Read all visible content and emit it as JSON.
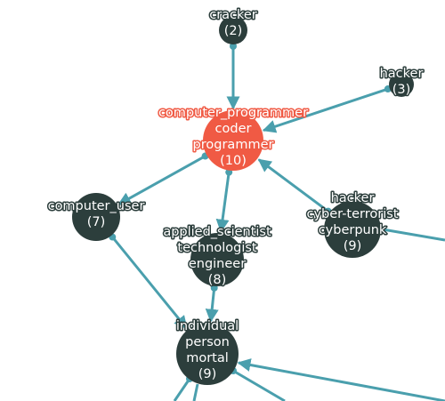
{
  "nodes": [
    {
      "id": "cracker",
      "lines": [
        "cracker",
        "(2)"
      ]
    },
    {
      "id": "hacker",
      "lines": [
        "hacker",
        "(3)"
      ]
    },
    {
      "id": "computer_programmer",
      "lines": [
        "computer_programmer",
        "coder",
        "programmer",
        "(10)"
      ],
      "highlight": true
    },
    {
      "id": "computer_user",
      "lines": [
        "computer_user",
        "(7)"
      ]
    },
    {
      "id": "applied_scientist",
      "lines": [
        "applied_scientist",
        "technologist",
        "engineer",
        "(8)"
      ]
    },
    {
      "id": "cyber_terrorist",
      "lines": [
        "hacker",
        "cyber-terrorist",
        "cyberpunk",
        "(9)"
      ]
    },
    {
      "id": "individual",
      "lines": [
        "individual",
        "person",
        "mortal",
        "(9)"
      ]
    }
  ],
  "edges": [
    {
      "from": "cracker",
      "to": "computer_programmer"
    },
    {
      "from": "hacker",
      "to": "computer_programmer"
    },
    {
      "from": "cyber_terrorist",
      "to": "computer_programmer"
    },
    {
      "from": "computer_programmer",
      "to": "computer_user"
    },
    {
      "from": "computer_programmer",
      "to": "applied_scientist"
    },
    {
      "from": "computer_user",
      "to": "individual"
    },
    {
      "from": "applied_scientist",
      "to": "individual"
    }
  ],
  "colors": {
    "node": "#2c3e3c",
    "highlight": "#f05a44",
    "edge": "#4a9fad",
    "label": "#ffffff"
  }
}
